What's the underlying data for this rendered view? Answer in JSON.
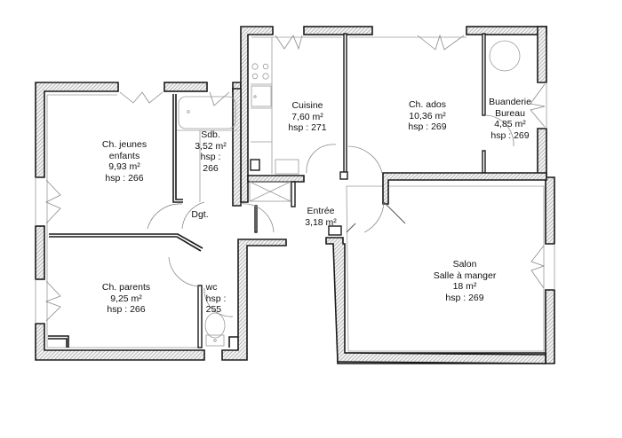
{
  "plan": {
    "rooms": [
      {
        "id": "ch-jeunes-enfants",
        "lines": [
          "Ch. jeunes",
          "enfants",
          "9,93 m²",
          "hsp : 266"
        ]
      },
      {
        "id": "sdb",
        "lines": [
          "Sdb.",
          "3,52 m²",
          "hsp :",
          "266"
        ]
      },
      {
        "id": "cuisine",
        "lines": [
          "Cuisine",
          "7,60 m²",
          "hsp : 271"
        ]
      },
      {
        "id": "ch-ados",
        "lines": [
          "Ch. ados",
          "10,36 m²",
          "hsp : 269"
        ]
      },
      {
        "id": "buanderie-bureau",
        "lines": [
          "Buanderie",
          "Bureau",
          "4,85 m²",
          "hsp : 269"
        ]
      },
      {
        "id": "dgt",
        "lines": [
          "Dgt."
        ]
      },
      {
        "id": "entree",
        "lines": [
          "Entrée",
          "3,18 m²"
        ]
      },
      {
        "id": "ch-parents",
        "lines": [
          "Ch. parents",
          "9,25 m²",
          "hsp : 266"
        ]
      },
      {
        "id": "wc",
        "lines": [
          "wc",
          "hsp :",
          "255"
        ]
      },
      {
        "id": "salon",
        "lines": [
          "Salon",
          "Salle à manger",
          "18 m²",
          "hsp : 269"
        ]
      }
    ]
  }
}
